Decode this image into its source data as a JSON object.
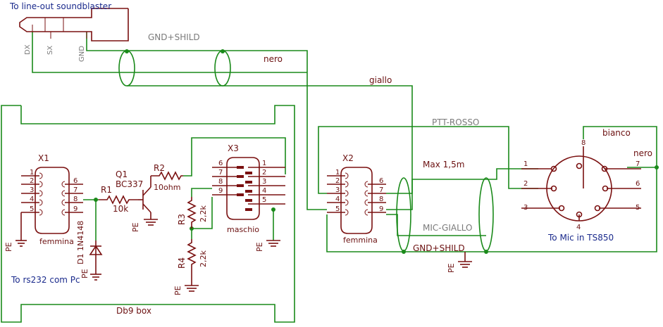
{
  "labels": {
    "title_top": "To line-out soundblaster",
    "gnd_shild_top": "GND+SHILD",
    "jack_dx": "DX",
    "jack_sx": "SX",
    "jack_gnd": "GND",
    "nero_top": "nero",
    "giallo": "giallo",
    "ptt_rosso": "PTT-ROSSO",
    "bianco": "bianco",
    "nero_right": "nero",
    "max_len": "Max 1,5m",
    "mic_giallo": "MIC-GIALLO",
    "gnd_shild_bottom": "GND+SHILD",
    "to_mic": "To Mic in TS850",
    "to_rs232": "To rs232 com Pc",
    "db9_box": "Db9 box",
    "x1": "X1",
    "x1_sub": "femmina",
    "x2": "X2",
    "x2_sub": "femmina",
    "x3": "X3",
    "x3_sub": "maschio",
    "q1": "Q1",
    "q1_val": "BC337",
    "r1": "R1",
    "r1_val": "10k",
    "r2": "R2",
    "r2_val": "10ohm",
    "r3": "R3",
    "r3_val": "2,2k",
    "r4": "R4",
    "r4_val": "2,2k",
    "d1": "D1",
    "d1_val": "1N4148",
    "pe": "PE"
  },
  "db9_pins_left": [
    "1",
    "2",
    "3",
    "4",
    "5"
  ],
  "db9_pins_right": [
    "6",
    "7",
    "8",
    "9"
  ],
  "x3_pins_left": [
    "6",
    "7",
    "8",
    "9"
  ],
  "x3_pins_right": [
    "1",
    "2",
    "3",
    "4",
    "5"
  ],
  "din_pins": [
    "1",
    "2",
    "3",
    "4",
    "5",
    "6",
    "7",
    "8"
  ],
  "colors": {
    "wire": "#1a8a1a",
    "part": "#7a1010",
    "label": "#1a2a8c",
    "grey": "#7a7a7a"
  }
}
